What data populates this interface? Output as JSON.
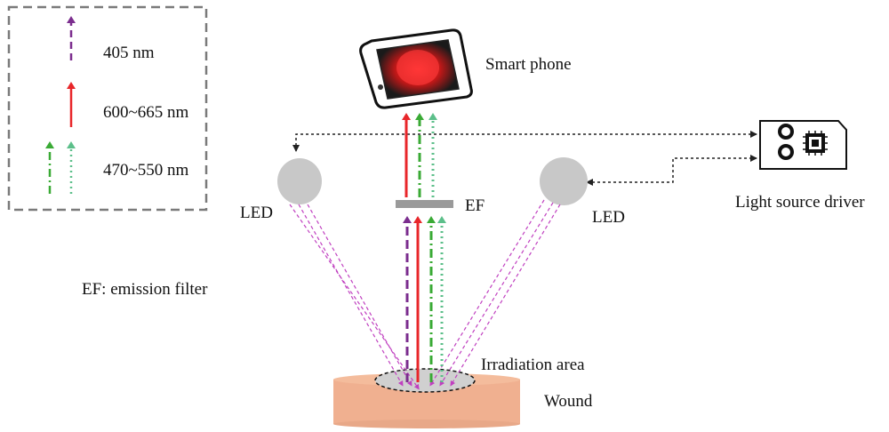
{
  "legend": {
    "items": [
      {
        "label": "405 nm",
        "color": "#7b2d8e"
      },
      {
        "label": "600~665 nm",
        "color": "#e8262a"
      },
      {
        "label": "470~550 nm",
        "colors": [
          "#3aaa35",
          "#5cbf8a"
        ]
      }
    ]
  },
  "labels": {
    "smartphone": "Smart phone",
    "driver": "Light source driver",
    "led_left": "LED",
    "led_right": "LED",
    "ef": "EF",
    "ef_note": "EF: emission filter",
    "irradiation": "Irradiation area",
    "wound": "Wound"
  },
  "colors": {
    "violet": "#7b2d8e",
    "red": "#e8262a",
    "green": "#3aaa35",
    "lightgreen": "#5cbf8a",
    "led": "#c8c8c8",
    "filter": "#9a9a9a",
    "wound": "#f0b090",
    "pink_beam": "#c040c0",
    "legend_border": "#7a7a7a"
  }
}
